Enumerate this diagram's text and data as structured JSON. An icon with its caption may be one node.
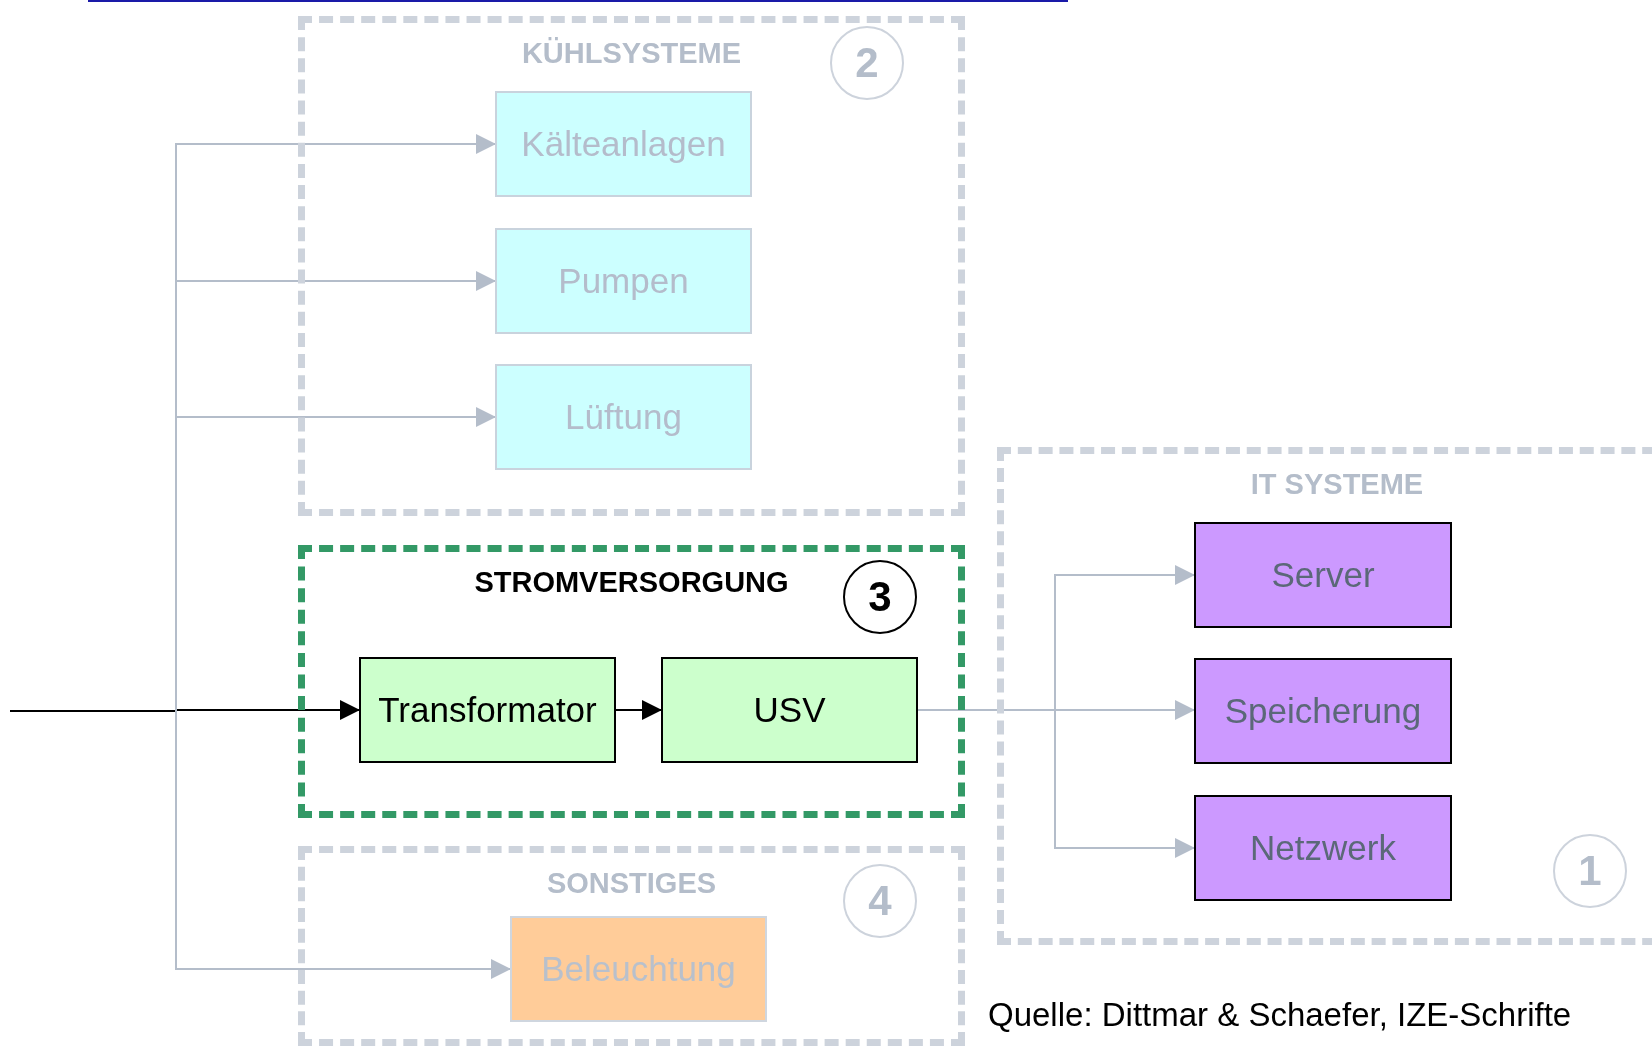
{
  "diagram": {
    "nodes": [
      {
        "text": [
          "KÜHLSYSTEME"
        ]
      },
      {
        "text": [
          "2"
        ],
        "in": 0
      },
      {
        "text": [
          "Kälteanlagen"
        ],
        "in": 0
      },
      {
        "text": [
          "Pumpen"
        ],
        "in": 0
      },
      {
        "text": [
          "Lüftung"
        ],
        "in": 0
      },
      {
        "text": [
          "STROMVERSORGUNG"
        ]
      },
      {
        "text": [
          "3"
        ],
        "in": 5
      },
      {
        "text": [
          "Transformator"
        ],
        "in": 5
      },
      {
        "text": [
          "USV"
        ],
        "in": 5
      },
      {
        "text": [
          "SONSTIGES"
        ]
      },
      {
        "text": [
          "4"
        ],
        "in": 9
      },
      {
        "text": [
          "Beleuchtung"
        ],
        "in": 9
      },
      {
        "text": [
          "IT SYSTEME"
        ]
      },
      {
        "text": [
          "Server"
        ],
        "in": 12
      },
      {
        "text": [
          "Speicherung"
        ],
        "in": 12
      },
      {
        "text": [
          "Netzwerk"
        ],
        "in": 12
      },
      {
        "text": [
          "1"
        ],
        "in": 12
      }
    ],
    "edges": [
      {
        "from": null,
        "to": 7,
        "arrow": "to",
        "color": "#000000"
      },
      {
        "from": null,
        "to": 2,
        "arrow": "to"
      },
      {
        "from": null,
        "to": 3,
        "arrow": "to"
      },
      {
        "from": null,
        "to": 4,
        "arrow": "to"
      },
      {
        "from": null,
        "to": 11,
        "arrow": "to"
      },
      {
        "from": 7,
        "to": 8,
        "arrow": "to",
        "color": "#000000"
      },
      {
        "from": 8,
        "to": 13,
        "arrow": "to"
      },
      {
        "from": 8,
        "to": 14,
        "arrow": "to"
      },
      {
        "from": 8,
        "to": 15,
        "arrow": "to"
      }
    ],
    "labels": [
      "Quelle: Dittmar & Schaefer, IZE-Schrifte"
    ]
  }
}
